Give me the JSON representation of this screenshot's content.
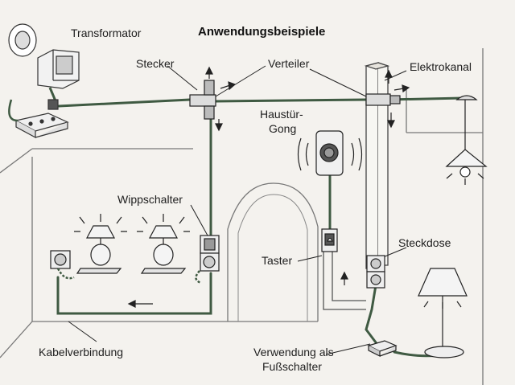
{
  "title": "Anwendungsbeispiele",
  "labels": {
    "transformator": "Transformator",
    "stecker": "Stecker",
    "verteiler": "Verteiler",
    "elektrokanal": "Elektrokanal",
    "haustuer_gong_line1": "Haustür-",
    "haustuer_gong_line2": "Gong",
    "wippschalter": "Wippschalter",
    "steckdose": "Steckdose",
    "taster": "Taster",
    "kabelverbindung": "Kabelverbindung",
    "verwendung_line1": "Verwendung als",
    "verwendung_line2": "Fußschalter"
  },
  "colors": {
    "background": "#f4f2ee",
    "line": "#2a2a2a",
    "cable": "#3f5a42"
  }
}
